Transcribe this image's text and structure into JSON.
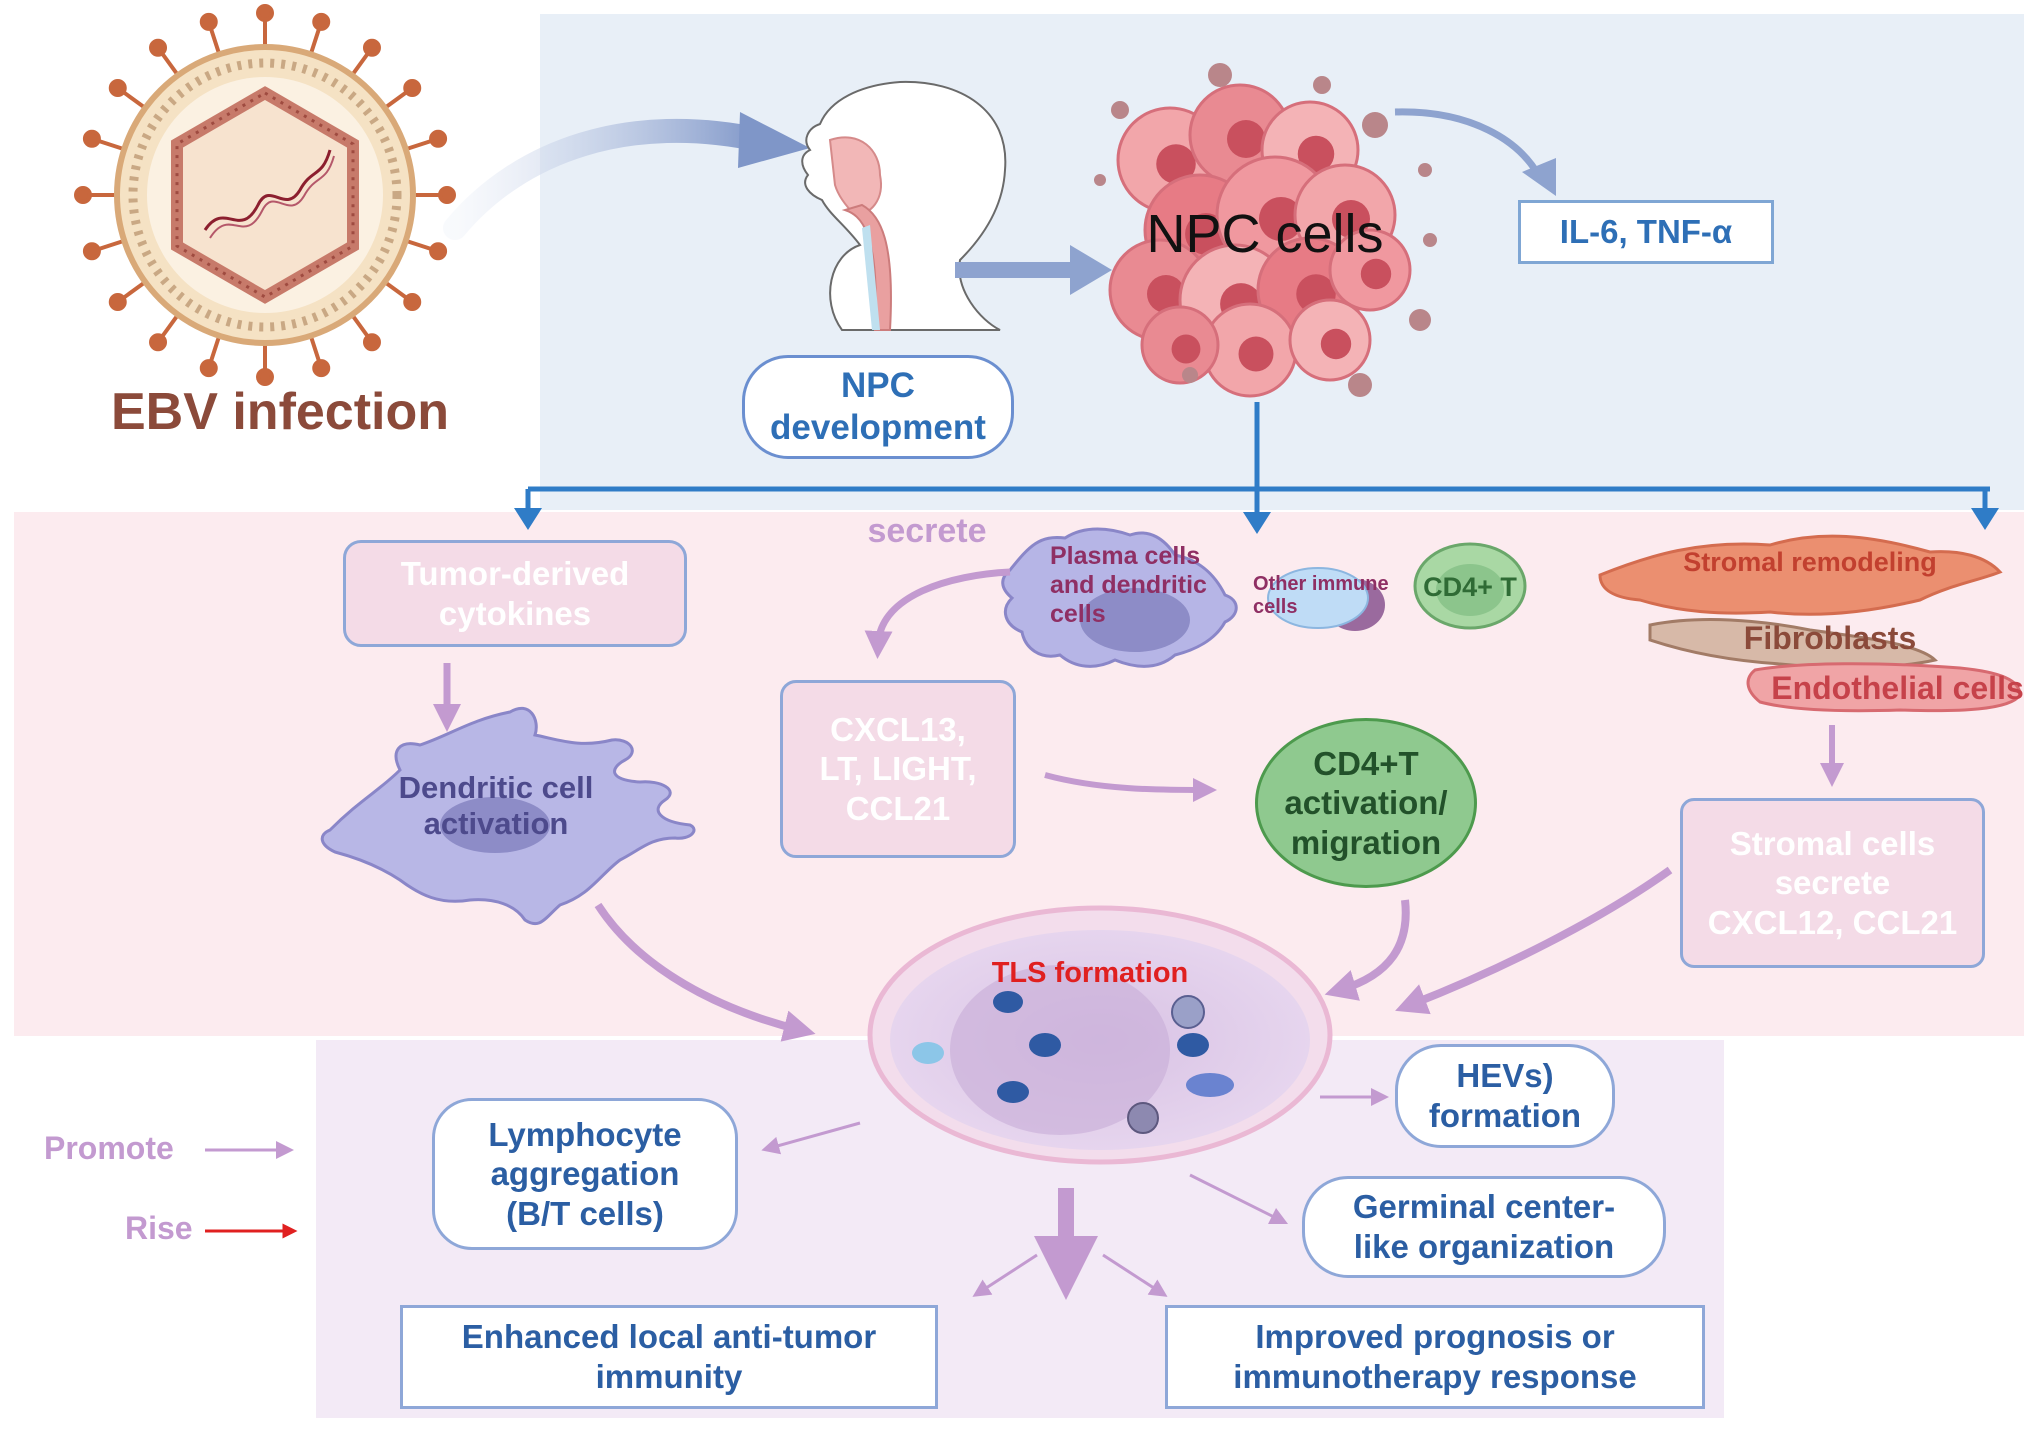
{
  "colors": {
    "top_panel": "#e8eff7",
    "middle_panel": "#fcebef",
    "bottom_panel": "#f3eaf6",
    "blue_text": "#2e6fb6",
    "blue_arrow": "#2f7cc7",
    "purple_arrow": "#c39ad0",
    "rise_red": "#e02020",
    "ebv_brown": "#8b4a3a",
    "pink_box": "#f4dbe7",
    "pink_text": "#ffffff",
    "green_cell": "#8fc98f"
  },
  "labels": {
    "ebv_infection": "EBV infection",
    "npc_development": "NPC\ndevelopment",
    "npc_cells": "NPC cells",
    "cytokines_top": "IL-6, TNF-α",
    "tumor_derived": "Tumor-derived\ncytokines",
    "secrete": "secrete",
    "plasma_cells": "Plasma cells\nand dendritic\ncells",
    "other_immune": "Other immune\ncells",
    "cd4_small": "CD4+ T",
    "stromal_remodeling": "Stromal remodeling",
    "fibroblasts": "Fibroblasts",
    "endothelial": "Endothelial cells",
    "chemokines": "CXCL13,\nLT,  LIGHT,\nCCL21",
    "dendritic_activation": "Dendritic cell\nactivation",
    "cd4_activation": "CD4+T\nactivation/\nmigration",
    "stromal_secrete": "Stromal cells\nsecrete\nCXCL12, CCL21",
    "tls_formation": "TLS  formation",
    "lymphocyte": "Lymphocyte\naggregation\n(B/T cells)",
    "hevs": "HEVs)\nformation",
    "germinal": "Germinal center-\nlike organization",
    "enhanced": "Enhanced local anti-tumor\nimmunity",
    "improved": "Improved prognosis or\nimmunotherapy response",
    "legend_promote": "Promote",
    "legend_rise": "Rise"
  },
  "icons": [
    "ebv-virus-icon",
    "human-head-icon",
    "tumor-cell-cluster-icon",
    "dendritic-cell-icon",
    "plasma-cell-icon",
    "fibroblast-icon",
    "endothelial-cell-icon",
    "tls-follicle-icon"
  ]
}
